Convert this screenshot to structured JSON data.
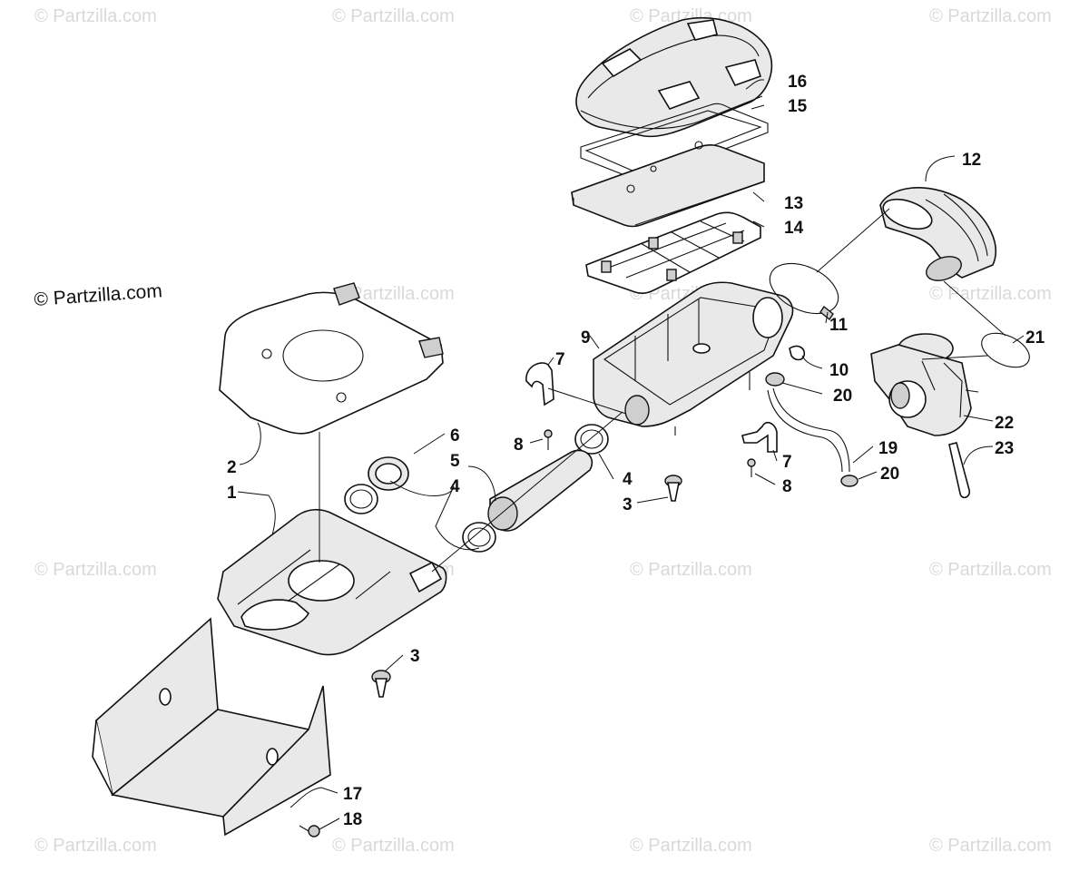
{
  "watermark": {
    "text": "© Partzilla.com"
  },
  "copyright": {
    "text": "© Partzilla.com"
  },
  "callouts": [
    {
      "n": "1"
    },
    {
      "n": "2"
    },
    {
      "n": "3"
    },
    {
      "n": "3"
    },
    {
      "n": "4"
    },
    {
      "n": "4"
    },
    {
      "n": "5"
    },
    {
      "n": "6"
    },
    {
      "n": "7"
    },
    {
      "n": "7"
    },
    {
      "n": "8"
    },
    {
      "n": "8"
    },
    {
      "n": "9"
    },
    {
      "n": "10"
    },
    {
      "n": "11"
    },
    {
      "n": "12"
    },
    {
      "n": "13"
    },
    {
      "n": "14"
    },
    {
      "n": "15"
    },
    {
      "n": "16"
    },
    {
      "n": "17"
    },
    {
      "n": "18"
    },
    {
      "n": "19"
    },
    {
      "n": "20"
    },
    {
      "n": "20"
    },
    {
      "n": "21"
    },
    {
      "n": "22"
    },
    {
      "n": "23"
    }
  ]
}
